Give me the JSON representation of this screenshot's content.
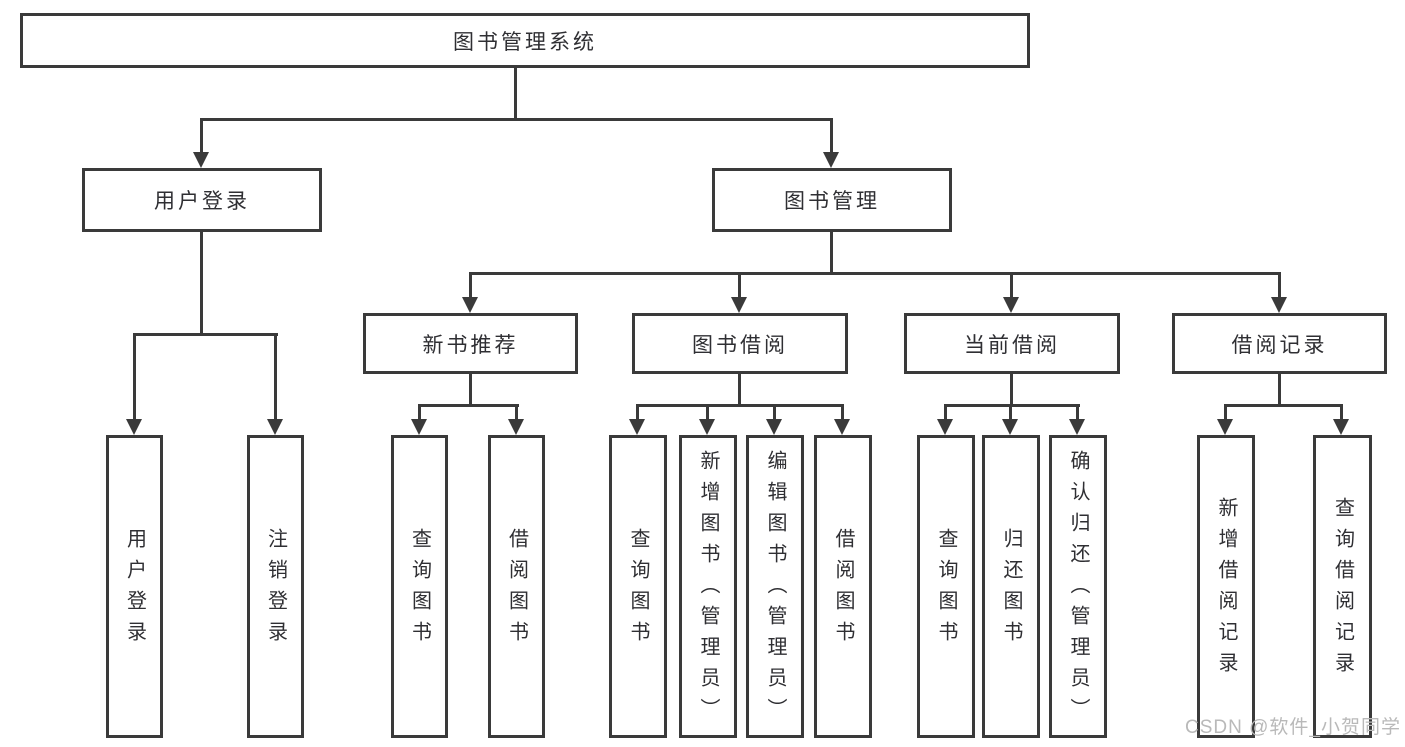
{
  "tree": {
    "root_label": "图书管理系统",
    "branches": [
      {
        "label": "用户登录",
        "children": [
          {
            "label": "用户登录"
          },
          {
            "label": "注销登录"
          }
        ]
      },
      {
        "label": "图书管理",
        "groups": [
          {
            "label": "新书推荐",
            "children": [
              {
                "label": "查询图书"
              },
              {
                "label": "借阅图书"
              }
            ]
          },
          {
            "label": "图书借阅",
            "children": [
              {
                "label": "查询图书"
              },
              {
                "label": "新增图书（管理员）"
              },
              {
                "label": "编辑图书（管理员）"
              },
              {
                "label": "借阅图书"
              }
            ]
          },
          {
            "label": "当前借阅",
            "children": [
              {
                "label": "查询图书"
              },
              {
                "label": "归还图书"
              },
              {
                "label": "确认归还（管理员）"
              }
            ]
          },
          {
            "label": "借阅记录",
            "children": [
              {
                "label": "新增借阅记录"
              },
              {
                "label": "查询借阅记录"
              }
            ]
          }
        ]
      }
    ]
  },
  "watermark": {
    "text": "CSDN @软件_小贺同学"
  },
  "colors": {
    "line": "#3a3a3a",
    "text": "#2f2f33",
    "background": "#ffffff",
    "watermark": "#b9b9b9"
  }
}
